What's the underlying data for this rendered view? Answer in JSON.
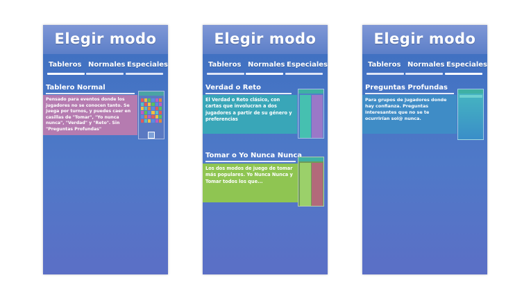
{
  "screens": [
    {
      "title": "Elegir modo",
      "tabs": [
        {
          "label": "Tableros",
          "active": true
        },
        {
          "label": "Normales",
          "active": false
        },
        {
          "label": "Especiales",
          "active": false
        }
      ],
      "sections": [
        {
          "title": "Tablero Normal",
          "card_text": "Pensado para eventos donde los jugadores no se conocen tanto. Se juega por turnos, y puedes caer en casillas de \"Tomar\", \"Yo nunca nunca\", \"Verdad\" y \"Reto\". Sin \"Preguntas Profundas\"",
          "color": "#b57bb0"
        }
      ]
    },
    {
      "title": "Elegir modo",
      "tabs": [
        {
          "label": "Tableros",
          "active": false
        },
        {
          "label": "Normales",
          "active": true
        },
        {
          "label": "Especiales",
          "active": false
        }
      ],
      "sections": [
        {
          "title": "Verdad o Reto",
          "card_text": "El Verdad o Reto clásico, con cartas que involucran a dos jugadores a partir de su género y preferencias",
          "color": "#39a6b8"
        },
        {
          "title": "Tomar o Yo Nunca Nunca",
          "card_text": "Los dos modos de juego de tomar más populares. Yo Nunca Nunca y Tomar todos los que...",
          "color": "#8fc552"
        }
      ]
    },
    {
      "title": "Elegir modo",
      "tabs": [
        {
          "label": "Tableros",
          "active": false
        },
        {
          "label": "Normales",
          "active": false
        },
        {
          "label": "Especiales",
          "active": true
        }
      ],
      "sections": [
        {
          "title": "Preguntas Profundas",
          "card_text": "Para grupos de jugadores donde hay confianza. Preguntas interesantes que no se te ocurrirían sol@ nunca.",
          "color": "#39a6b8"
        }
      ]
    }
  ],
  "icons": {
    "board_preview": "board-grid-icon",
    "dice": "dice-icon",
    "cards_preview": "card-columns-icon"
  }
}
